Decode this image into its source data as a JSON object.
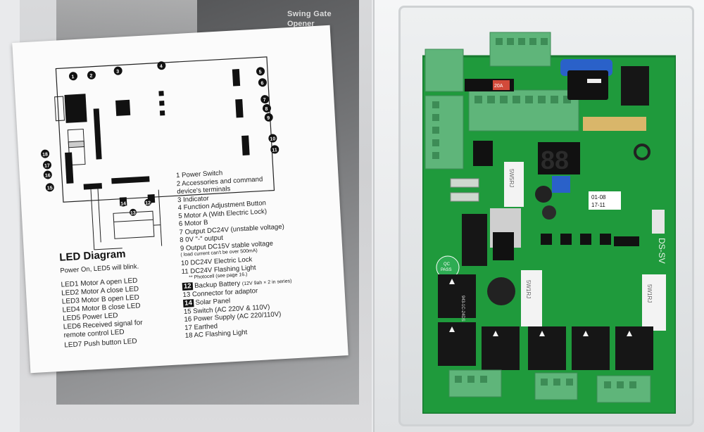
{
  "booklet": {
    "title_line1": "Swing Gate",
    "title_line2": "Opener",
    "title_big": "EM"
  },
  "sheet": {
    "diagram_numbers": [
      "1",
      "2",
      "3",
      "4",
      "5",
      "6",
      "7",
      "8",
      "9",
      "10",
      "11",
      "12",
      "13",
      "14",
      "15",
      "16",
      "17",
      "18"
    ],
    "legend": [
      "1   Power Switch",
      "2   Accessories and command",
      "     device's terminals",
      "3   Indicator",
      "4   Function Adjustment Button",
      "5   Motor A (With Electric Lock)",
      "6   Motor B",
      "7   Output DC24V (unstable voltage)",
      "8   0V \"-\" output",
      "9   Output DC15V stable voltage",
      "10 DC24V Electric Lock",
      "11 DC24V Flashing Light",
      "Backup Battery",
      "13 Connector for adaptor",
      "Solar Panel",
      "15 Switch (AC 220V & 110V)",
      "16 Power Supply (AC 220/110V)",
      "17 Earthed",
      "18 AC Flashing Light"
    ],
    "legend_note_9": "( load current can't be over 500mA)",
    "legend_note_11": "** Photocell (see page 16.)",
    "legend_num_12": "12",
    "legend_num_14": "14",
    "legend_note_12": "(12V 9ah × 2 in series)",
    "led_title": "LED Diagram",
    "led_subtitle": "Power On,  LED5 will blink.",
    "led_lines": [
      "LED1 Motor A open LED",
      "LED2 Motor A close LED",
      "LED3 Motor B open LED",
      "LED4 Motor B close LED",
      "LED5 Power LED",
      "LED6 Received signal for",
      "         remote control LED",
      "LED7 Push button LED"
    ]
  },
  "pcb": {
    "resistor_label_1": "5W5RJ",
    "resistor_label_2": "5W1RJ",
    "resistor_label_3": "5W1RJ",
    "date_label_1": "01-08",
    "date_label_2": "17-11",
    "qc_label_1": "QC",
    "qc_label_2": "PASS",
    "fuse_label": "20A",
    "board_edge_text": "DS-SV",
    "relay_label": "943-1C-24DS",
    "display_digits": "88",
    "colors": {
      "board": "#1f9a3c",
      "terminal": "#5fb57a",
      "relay": "#161616",
      "switch": "#111111",
      "accent_blue": "#2a61c9"
    }
  }
}
